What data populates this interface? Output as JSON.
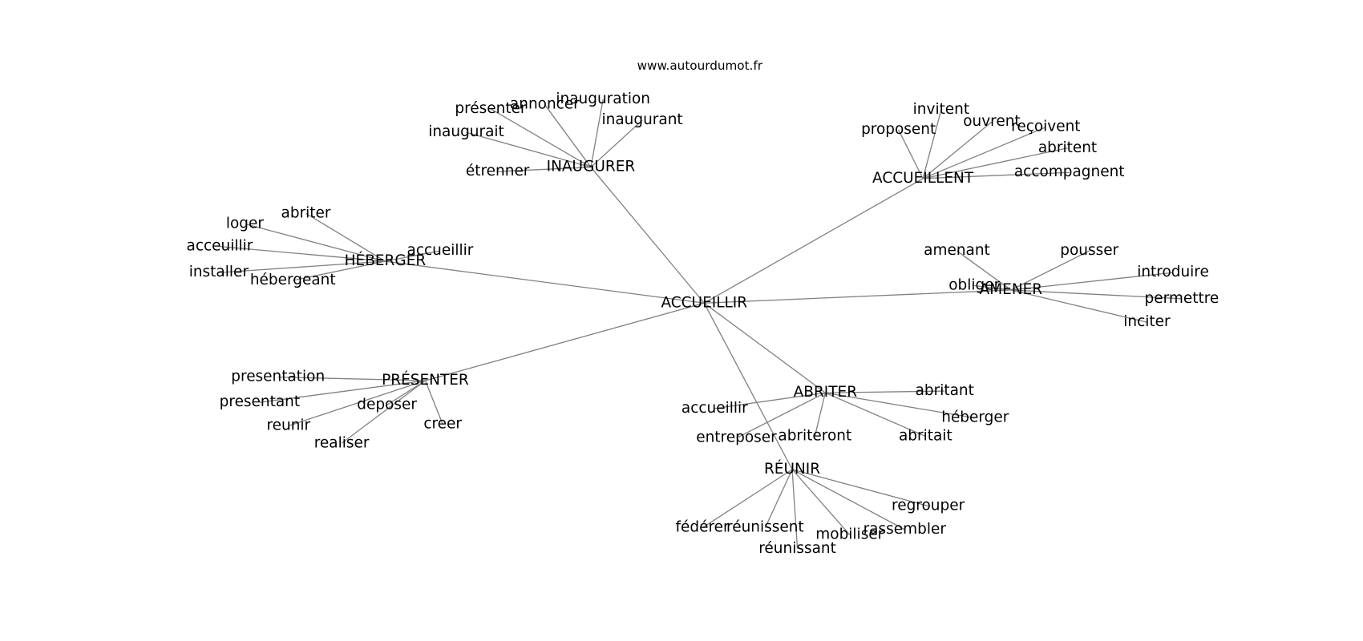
{
  "title": "www.autourdumot.fr",
  "edge_color": "#808080",
  "nodes": [
    {
      "id": "accueillir_root",
      "label": "ACCUEILLIR"
    },
    {
      "id": "inaugurer",
      "label": "INAUGURER"
    },
    {
      "id": "accueillent",
      "label": "ACCUEILLENT"
    },
    {
      "id": "heberger",
      "label": "HÉBERGER"
    },
    {
      "id": "amener",
      "label": "AMENER"
    },
    {
      "id": "presenter_hub",
      "label": "PRÉSENTER"
    },
    {
      "id": "abriter_hub",
      "label": "ABRITER"
    },
    {
      "id": "reunir",
      "label": "RÉUNIR"
    },
    {
      "id": "inaugurait",
      "label": "inaugurait"
    },
    {
      "id": "presenter_c",
      "label": "présenter"
    },
    {
      "id": "annoncer",
      "label": "annoncer"
    },
    {
      "id": "inauguration",
      "label": "inauguration"
    },
    {
      "id": "inaugurant",
      "label": "inaugurant"
    },
    {
      "id": "etrenner",
      "label": "étrenner"
    },
    {
      "id": "proposent",
      "label": "proposent"
    },
    {
      "id": "invitent",
      "label": "invitent"
    },
    {
      "id": "ouvrent",
      "label": "ouvrent"
    },
    {
      "id": "recoivent",
      "label": "reçoivent"
    },
    {
      "id": "abritent",
      "label": "abritent"
    },
    {
      "id": "accompagnent",
      "label": "accompagnent"
    },
    {
      "id": "abriter_c",
      "label": "abriter"
    },
    {
      "id": "loger",
      "label": "loger"
    },
    {
      "id": "acceuillir",
      "label": "acceuillir"
    },
    {
      "id": "installer",
      "label": "installer"
    },
    {
      "id": "hebergeant",
      "label": "hébergeant"
    },
    {
      "id": "accueillir_h",
      "label": "accueillir"
    },
    {
      "id": "amenant",
      "label": "amenant"
    },
    {
      "id": "pousser",
      "label": "pousser"
    },
    {
      "id": "introduire",
      "label": "introduire"
    },
    {
      "id": "permettre",
      "label": "permettre"
    },
    {
      "id": "inciter",
      "label": "inciter"
    },
    {
      "id": "obliger",
      "label": "obliger"
    },
    {
      "id": "presentation",
      "label": "presentation"
    },
    {
      "id": "presentant",
      "label": "presentant"
    },
    {
      "id": "reunir_c",
      "label": "reunir"
    },
    {
      "id": "realiser",
      "label": "realiser"
    },
    {
      "id": "deposer",
      "label": "deposer"
    },
    {
      "id": "creer",
      "label": "creer"
    },
    {
      "id": "accueillir_a",
      "label": "accueillir"
    },
    {
      "id": "entreposer",
      "label": "entreposer"
    },
    {
      "id": "abriteront",
      "label": "abriteront"
    },
    {
      "id": "abritait",
      "label": "abritait"
    },
    {
      "id": "heberger_c",
      "label": "héberger"
    },
    {
      "id": "abritant",
      "label": "abritant"
    },
    {
      "id": "federer",
      "label": "fédérer"
    },
    {
      "id": "reunissent",
      "label": "réunissent"
    },
    {
      "id": "reunissant",
      "label": "réunissant"
    },
    {
      "id": "mobiliser",
      "label": "mobiliser"
    },
    {
      "id": "rassembler",
      "label": "rassembler"
    },
    {
      "id": "regrouper",
      "label": "regrouper"
    }
  ],
  "edges": [
    [
      "accueillir_root",
      "inaugurer"
    ],
    [
      "accueillir_root",
      "accueillent"
    ],
    [
      "accueillir_root",
      "heberger"
    ],
    [
      "accueillir_root",
      "amener"
    ],
    [
      "accueillir_root",
      "presenter_hub"
    ],
    [
      "accueillir_root",
      "abriter_hub"
    ],
    [
      "accueillir_root",
      "reunir"
    ],
    [
      "inaugurer",
      "inaugurait"
    ],
    [
      "inaugurer",
      "presenter_c"
    ],
    [
      "inaugurer",
      "annoncer"
    ],
    [
      "inaugurer",
      "inauguration"
    ],
    [
      "inaugurer",
      "inaugurant"
    ],
    [
      "inaugurer",
      "etrenner"
    ],
    [
      "accueillent",
      "proposent"
    ],
    [
      "accueillent",
      "invitent"
    ],
    [
      "accueillent",
      "ouvrent"
    ],
    [
      "accueillent",
      "recoivent"
    ],
    [
      "accueillent",
      "abritent"
    ],
    [
      "accueillent",
      "accompagnent"
    ],
    [
      "heberger",
      "abriter_c"
    ],
    [
      "heberger",
      "loger"
    ],
    [
      "heberger",
      "acceuillir"
    ],
    [
      "heberger",
      "installer"
    ],
    [
      "heberger",
      "hebergeant"
    ],
    [
      "heberger",
      "accueillir_h"
    ],
    [
      "amener",
      "amenant"
    ],
    [
      "amener",
      "pousser"
    ],
    [
      "amener",
      "introduire"
    ],
    [
      "amener",
      "permettre"
    ],
    [
      "amener",
      "inciter"
    ],
    [
      "amener",
      "obliger"
    ],
    [
      "presenter_hub",
      "presentation"
    ],
    [
      "presenter_hub",
      "presentant"
    ],
    [
      "presenter_hub",
      "reunir_c"
    ],
    [
      "presenter_hub",
      "realiser"
    ],
    [
      "presenter_hub",
      "deposer"
    ],
    [
      "presenter_hub",
      "creer"
    ],
    [
      "abriter_hub",
      "accueillir_a"
    ],
    [
      "abriter_hub",
      "entreposer"
    ],
    [
      "abriter_hub",
      "abriteront"
    ],
    [
      "abriter_hub",
      "abritait"
    ],
    [
      "abriter_hub",
      "heberger_c"
    ],
    [
      "abriter_hub",
      "abritant"
    ],
    [
      "reunir",
      "federer"
    ],
    [
      "reunir",
      "reunissent"
    ],
    [
      "reunir",
      "reunissant"
    ],
    [
      "reunir",
      "mobiliser"
    ],
    [
      "reunir",
      "rassembler"
    ],
    [
      "reunir",
      "regrouper"
    ]
  ]
}
